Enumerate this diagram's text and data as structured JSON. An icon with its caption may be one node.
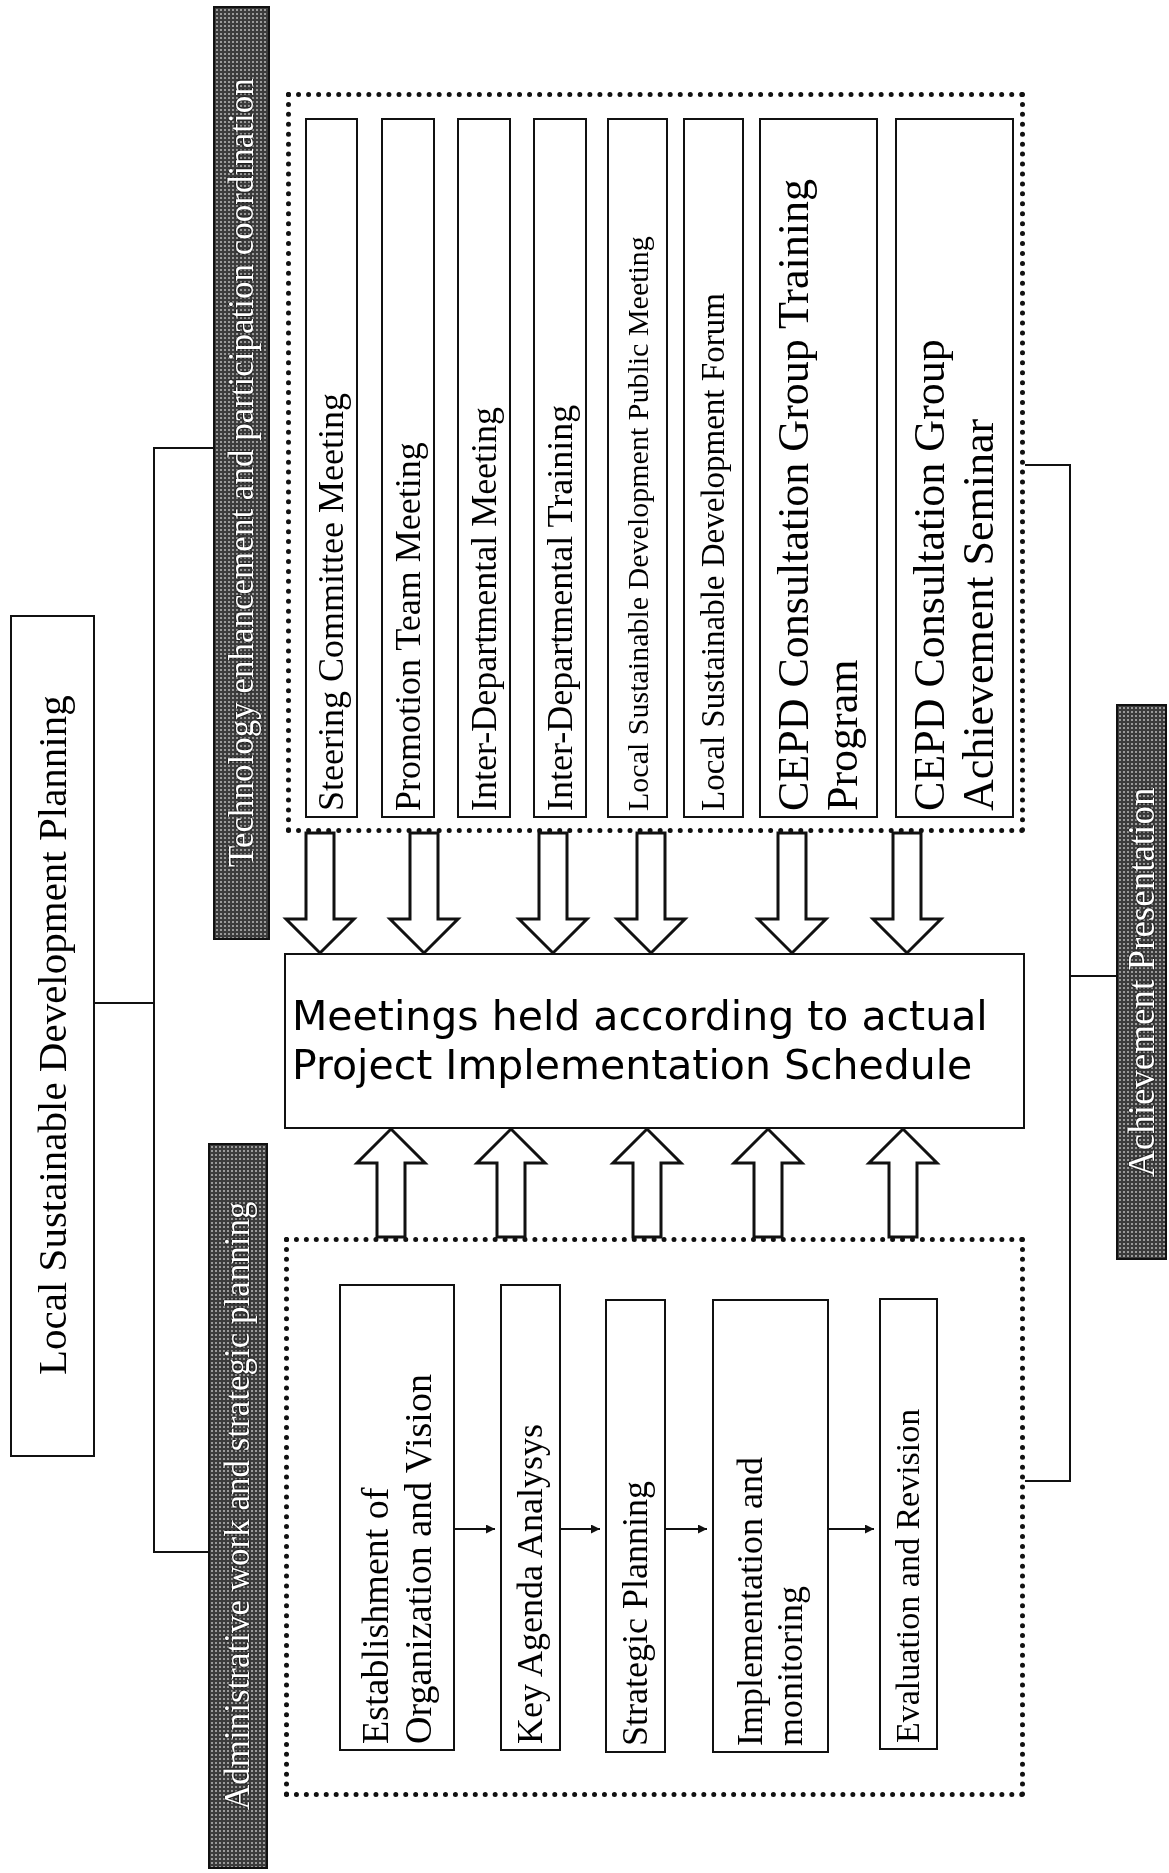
{
  "diagram": {
    "nodes": [
      {
        "text": [
          "Local Sustainable Development  Planning"
        ]
      },
      {
        "text": [
          "Technology enhancement and participation coordination"
        ]
      },
      {
        "text": [],
        "shape": "box"
      },
      {
        "text": [
          "Steering Committee Meeting"
        ],
        "in": 2
      },
      {
        "text": [
          "Promotion Team Meeting"
        ],
        "in": 2
      },
      {
        "text": [
          "Inter-Departmental Meeting"
        ],
        "in": 2
      },
      {
        "text": [
          "Inter-Departmental Training"
        ],
        "in": 2
      },
      {
        "text": [
          "Local Sustainable Development Public Meeting"
        ],
        "in": 2
      },
      {
        "text": [
          "Local Sustainable Development Forum"
        ],
        "in": 2
      },
      {
        "text": [
          "CEPD Consultation Group Training Program"
        ],
        "in": 2
      },
      {
        "text": [
          "CEPD Consultation Group Achievement Seminar"
        ],
        "in": 2
      },
      {
        "text": [
          "Meetings held according to actual Project Implementation Schedule"
        ]
      },
      {
        "text": [],
        "shape": "box"
      },
      {
        "text": [
          "Establishment of Organization and Vision"
        ],
        "in": 12
      },
      {
        "text": [
          "Key Agenda Analysys"
        ],
        "in": 12
      },
      {
        "text": [
          "Strategic Planning"
        ],
        "in": 12
      },
      {
        "text": [
          "Implementation and monitoring"
        ],
        "in": 12
      },
      {
        "text": [
          "Evaluation and Revision"
        ],
        "in": 12
      },
      {
        "text": [
          "Administrative work and strategic planning"
        ]
      },
      {
        "text": [
          "Achievement Presentation"
        ]
      }
    ],
    "edges": [
      {
        "from": 0,
        "to": 1,
        "arrow": "none"
      },
      {
        "from": 0,
        "to": 18,
        "arrow": "none"
      },
      {
        "from": 2,
        "to": 19,
        "arrow": "none"
      },
      {
        "from": 12,
        "to": 19,
        "arrow": "none"
      },
      {
        "from": 2,
        "to": 11,
        "arrow": "to",
        "style": "thick"
      },
      {
        "from": 2,
        "to": 11,
        "arrow": "to",
        "style": "thick"
      },
      {
        "from": 2,
        "to": 11,
        "arrow": "to",
        "style": "thick"
      },
      {
        "from": 2,
        "to": 11,
        "arrow": "to",
        "style": "thick"
      },
      {
        "from": 2,
        "to": 11,
        "arrow": "to",
        "style": "thick"
      },
      {
        "from": 2,
        "to": 11,
        "arrow": "to",
        "style": "thick"
      },
      {
        "from": 12,
        "to": 11,
        "arrow": "to",
        "style": "thick"
      },
      {
        "from": 12,
        "to": 11,
        "arrow": "to",
        "style": "thick"
      },
      {
        "from": 12,
        "to": 11,
        "arrow": "to",
        "style": "thick"
      },
      {
        "from": 12,
        "to": 11,
        "arrow": "to",
        "style": "thick"
      },
      {
        "from": 12,
        "to": 11,
        "arrow": "to",
        "style": "thick"
      },
      {
        "from": 13,
        "to": 14,
        "arrow": "to"
      },
      {
        "from": 14,
        "to": 15,
        "arrow": "to"
      },
      {
        "from": 15,
        "to": 16,
        "arrow": "to"
      },
      {
        "from": 16,
        "to": 17,
        "arrow": "to"
      }
    ]
  }
}
